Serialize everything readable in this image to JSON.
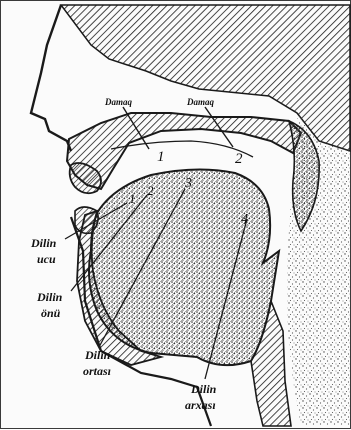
{
  "figure": {
    "labels": {
      "damaq_left": "Damaq",
      "damaq_right": "Damaq",
      "dilin_ucu_1": "Dilin",
      "dilin_ucu_2": "ucu",
      "dilin_onu_1": "Dilin",
      "dilin_onu_2": "önü",
      "dilin_ortasi_1": "Dilin",
      "dilin_ortasi_2": "ortası",
      "dilin_arxasi_1": "Dilin",
      "dilin_arxasi_2": "arxası"
    },
    "palate_numbers": [
      "1",
      "2"
    ],
    "tongue_numbers": [
      "1",
      "2",
      "3",
      "4"
    ]
  },
  "colors": {
    "ink": "#1a1a1a",
    "paper": "#fbfbfb",
    "stipple": "#9a9a9a"
  }
}
